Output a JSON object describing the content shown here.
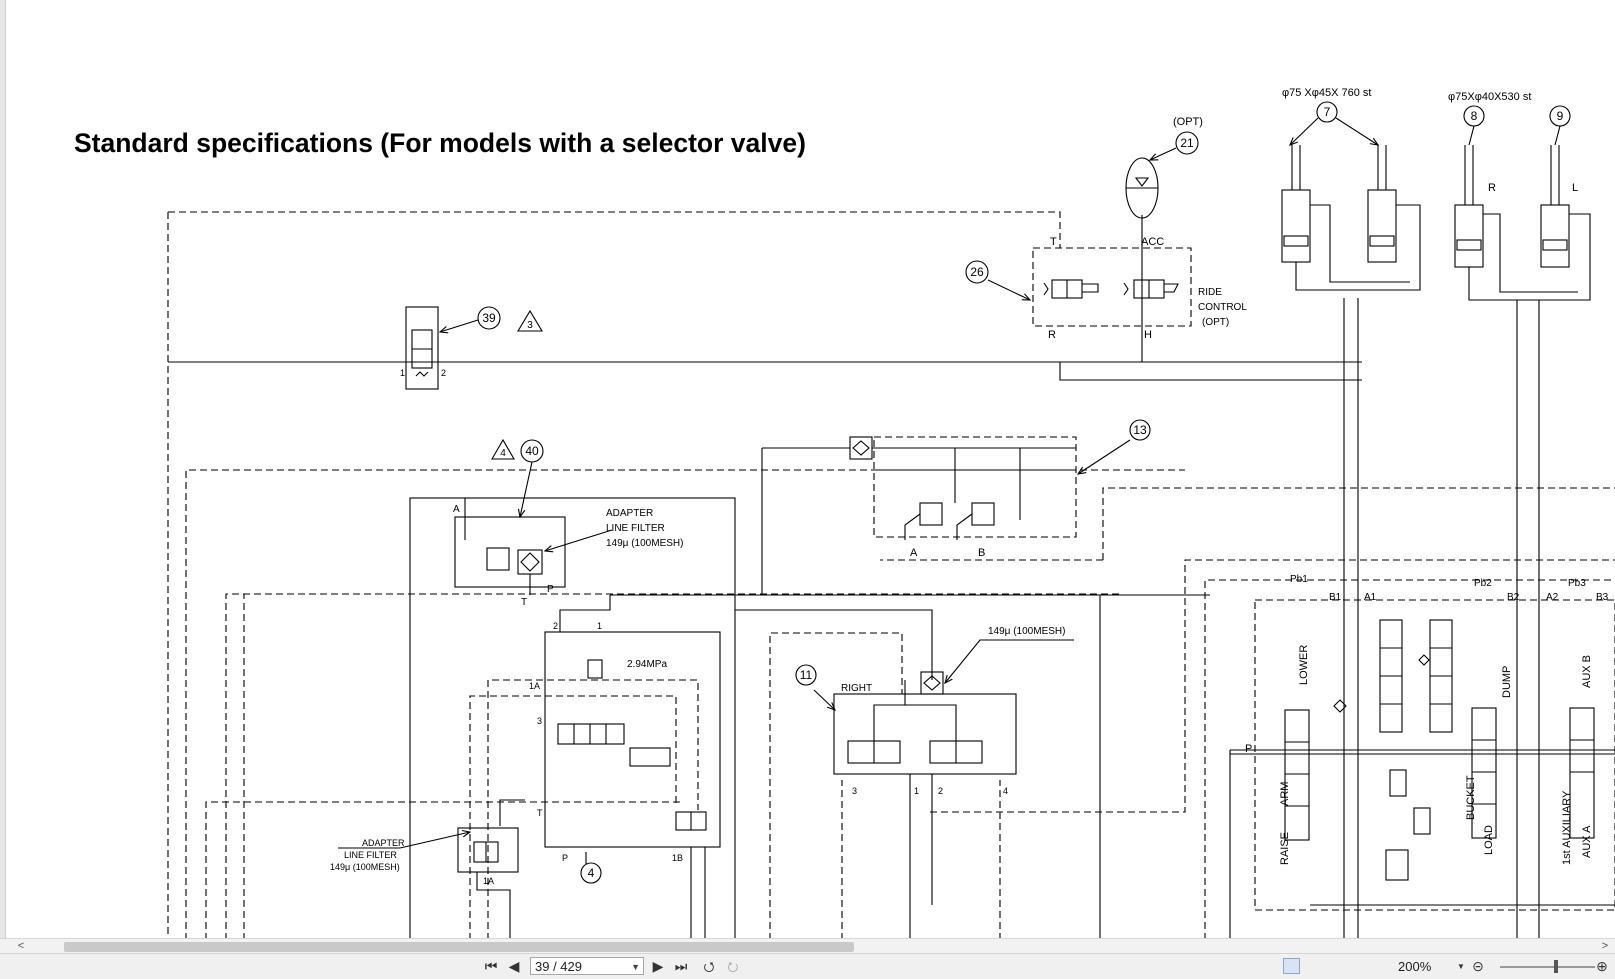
{
  "document": {
    "title": "Standard specifications (For models with a selector valve)"
  },
  "schematic": {
    "labels": {
      "cyl1": "φ75 Xφ45X 760 st",
      "cyl2": "φ75Xφ40X530 st",
      "opt": "(OPT)",
      "t": "T",
      "acc": "ACC",
      "r": "R",
      "h": "H",
      "ride1": "RIDE",
      "ride2": "CONTROL",
      "ride3": "(OPT)",
      "cyl_r": "R",
      "cyl_l": "L",
      "adapter1a": "ADAPTER",
      "adapter1b": "LINE FILTER",
      "adapter1c": "149μ (100MESH)",
      "adapter2a": "ADAPTER",
      "adapter2b": "LINE FILTER",
      "adapter2c": "149μ (100MESH)",
      "mesh": "149μ (100MESH)",
      "mpa": "2.94MPa",
      "right": "RIGHT",
      "a": "A",
      "b": "B",
      "a2": "A",
      "t2": "T",
      "p": "P",
      "n1": "1",
      "n2": "2",
      "n1a": "1A",
      "n3": "3",
      "n1b": "1B",
      "pT": "T",
      "pP": "P",
      "pb1": "Pb1",
      "pb2": "Pb2",
      "pb3": "Pb3",
      "b1": "B1",
      "a1": "A1",
      "b2": "B2",
      "a2v": "A2",
      "b3": "B3",
      "lower": "LOWER",
      "raise": "RAISE",
      "arm": "ARM",
      "dump": "DUMP",
      "load": "LOAD",
      "bucket": "BUCKET",
      "auxb": "AUX B",
      "auxa": "AUX A",
      "aux1": "1st AUXILIARY",
      "pmain": "P",
      "s1": "1",
      "s2": "2",
      "r3": "3",
      "r1": "1",
      "r2": "2",
      "r4": "4",
      "filt1a": "1A"
    },
    "callouts": {
      "c7": "7",
      "c8": "8",
      "c9": "9",
      "c21": "21",
      "c26": "26",
      "c39": "39",
      "t3": "3",
      "c40": "40",
      "t4": "4",
      "c13": "13",
      "c11": "11",
      "c4": "4"
    }
  },
  "toolbar": {
    "page_value": "39 / 429",
    "zoom": "200%",
    "first_icon": "first-page-icon",
    "prev_icon": "previous-page-icon",
    "next_icon": "next-page-icon",
    "last_icon": "last-page-icon"
  }
}
